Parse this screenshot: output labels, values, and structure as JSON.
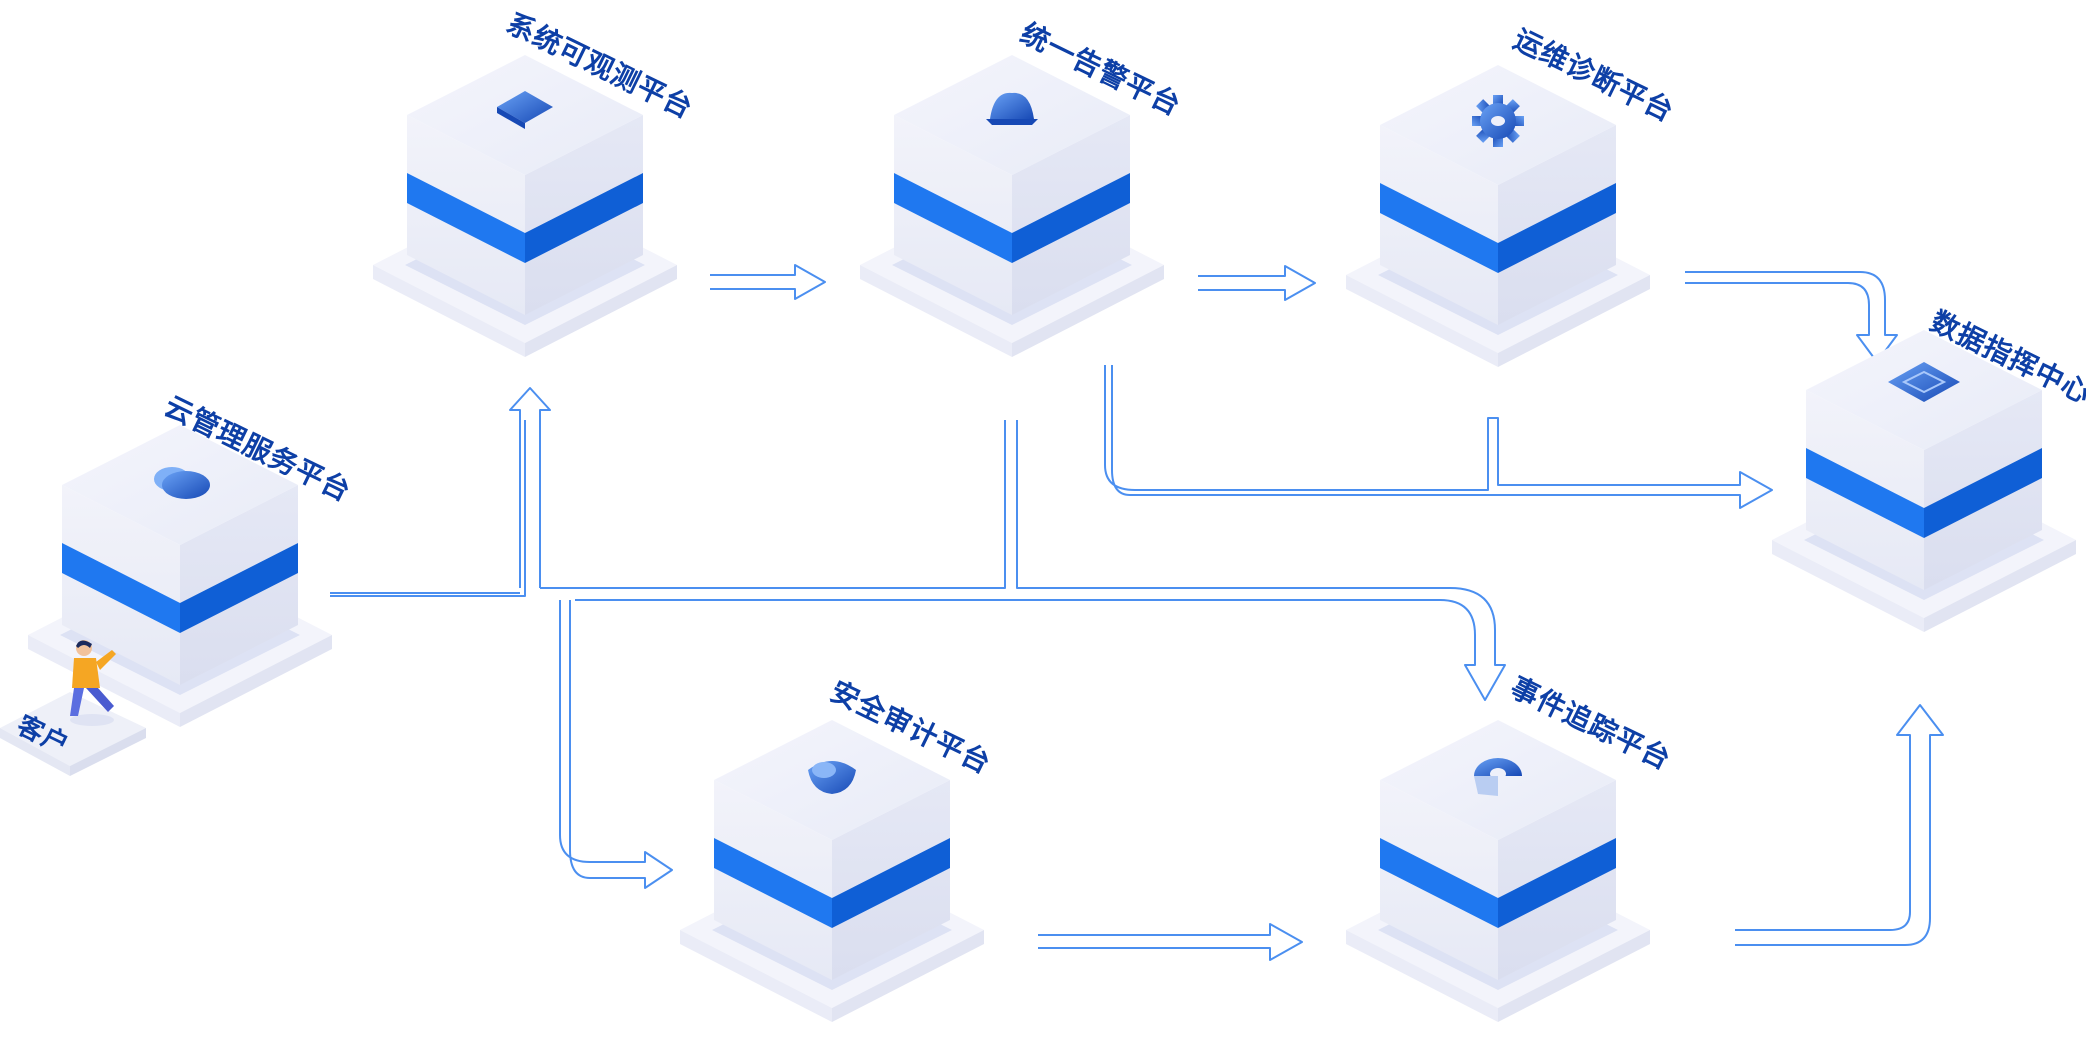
{
  "colors": {
    "accent": "#1f78f0",
    "accent_dark": "#0f5fd6",
    "label": "#0d3fa6",
    "icon": "#1e63d6",
    "block_top": "#eef0fa",
    "block_side": "#e3e6f4",
    "base": "#f3f4fb",
    "arrow": "#4b8ff0"
  },
  "nodes": [
    {
      "id": "cloud-management",
      "label": "云管理服务平台",
      "icon": "cloud-icon"
    },
    {
      "id": "observability",
      "label": "系统可观测平台",
      "icon": "monitor-icon"
    },
    {
      "id": "unified-alert",
      "label": "统一告警平台",
      "icon": "alarm-icon"
    },
    {
      "id": "ops-diagnosis",
      "label": "运维诊断平台",
      "icon": "gear-icon"
    },
    {
      "id": "data-command",
      "label": "数据指挥中心",
      "icon": "dashboard-icon"
    },
    {
      "id": "security-audit",
      "label": "安全审计平台",
      "icon": "shield-icon"
    },
    {
      "id": "event-tracking",
      "label": "事件追踪平台",
      "icon": "pie-icon"
    }
  ],
  "customer": {
    "label": "客户",
    "icon": "person-icon"
  }
}
